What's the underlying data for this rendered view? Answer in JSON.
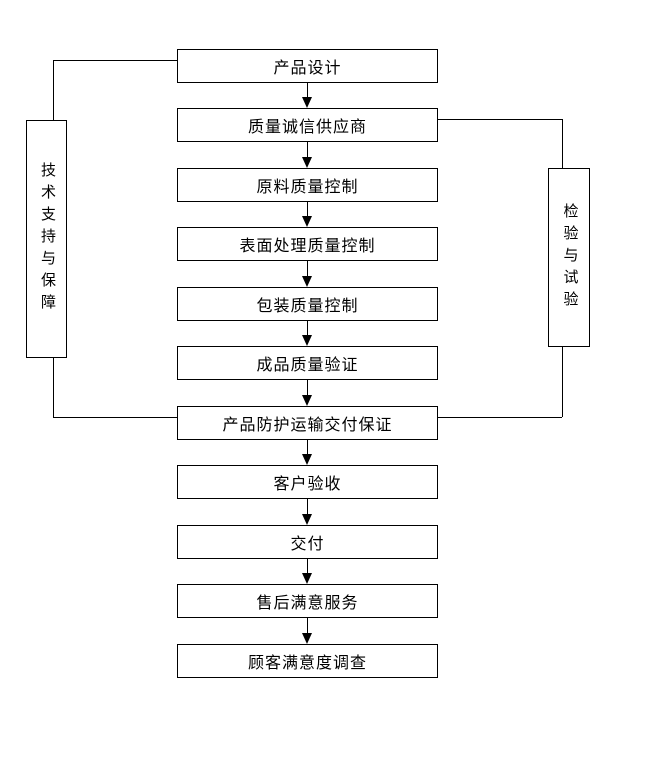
{
  "flow": {
    "steps": [
      {
        "label": "产品设计"
      },
      {
        "label": "质量诚信供应商"
      },
      {
        "label": "原料质量控制"
      },
      {
        "label": "表面处理质量控制"
      },
      {
        "label": "包装质量控制"
      },
      {
        "label": "成品质量验证"
      },
      {
        "label": "产品防护运输交付保证"
      },
      {
        "label": "客户验收"
      },
      {
        "label": "交付"
      },
      {
        "label": "售后满意服务"
      },
      {
        "label": "顾客满意度调查"
      }
    ],
    "side_left": {
      "label": "技术支持与保障"
    },
    "side_right": {
      "label": "检验与试验"
    }
  },
  "colors": {
    "background": "#ffffff",
    "box_border": "#000000",
    "line": "#000000",
    "text": "#000000"
  }
}
